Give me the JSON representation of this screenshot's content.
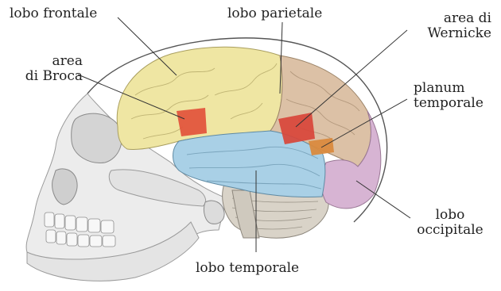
{
  "labels": {
    "frontal": "lobo frontale",
    "parietal": "lobo parietale",
    "wernicke_1": "area di",
    "wernicke_2": "Wernicke",
    "broca_1": "area",
    "broca_2": "di Broca",
    "planum_1": "planum",
    "planum_2": "temporale",
    "occipital_1": "lobo",
    "occipital_2": "occipitale",
    "temporal": "lobo temporale"
  },
  "colors": {
    "frontal_lobe": "#efe6a3",
    "parietal_lobe": "#dcc1a6",
    "temporal_lobe": "#a9d0e6",
    "occipital_lobe": "#d7b4d3",
    "broca_area": "#e2533b",
    "wernicke_area": "#d8453a",
    "planum_temporale": "#d98a3e",
    "cerebellum": "#d9d3c8",
    "skull": "#ececec",
    "leader_line": "#333333"
  }
}
